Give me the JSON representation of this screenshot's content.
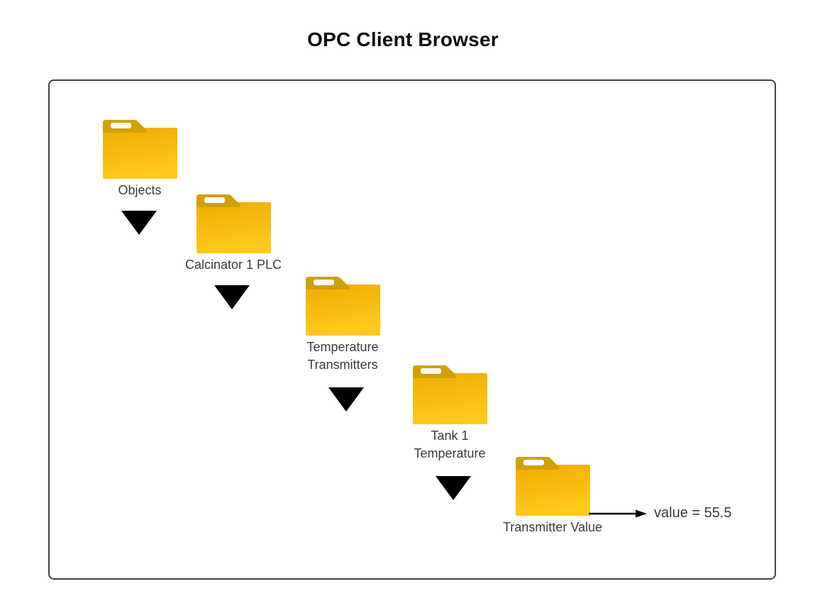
{
  "title": "OPC Client Browser",
  "diagram": {
    "nodes": [
      {
        "id": "objects",
        "label": "Objects",
        "icon": "folder-icon"
      },
      {
        "id": "calcinator-1-plc",
        "label": "Calcinator 1 PLC",
        "icon": "folder-icon"
      },
      {
        "id": "temperature-transmitters",
        "label": "Temperature\nTransmitters",
        "icon": "folder-icon"
      },
      {
        "id": "tank-1-temperature",
        "label": "Tank 1\nTemperature",
        "icon": "folder-icon"
      },
      {
        "id": "transmitter-value",
        "label": "Transmitter Value",
        "icon": "folder-icon"
      }
    ],
    "connectors": [
      {
        "type": "expand-arrow-down",
        "from": "objects",
        "to": "calcinator-1-plc"
      },
      {
        "type": "expand-arrow-down",
        "from": "calcinator-1-plc",
        "to": "temperature-transmitters"
      },
      {
        "type": "expand-arrow-down",
        "from": "temperature-transmitters",
        "to": "tank-1-temperature"
      },
      {
        "type": "expand-arrow-down",
        "from": "tank-1-temperature",
        "to": "transmitter-value"
      }
    ],
    "value_annotation": {
      "text": "value = 55.5",
      "arrow_direction": "right",
      "attached_to": "transmitter-value"
    }
  },
  "colors": {
    "folder_body_top": "#EFAD00",
    "folder_body_bottom": "#FFC91E",
    "folder_tab": "#D1A004",
    "canvas_border": "#3C444C",
    "expand_triangle": "#000000",
    "label_text": "#3A3A3A",
    "title_text": "#0B0B0B"
  }
}
